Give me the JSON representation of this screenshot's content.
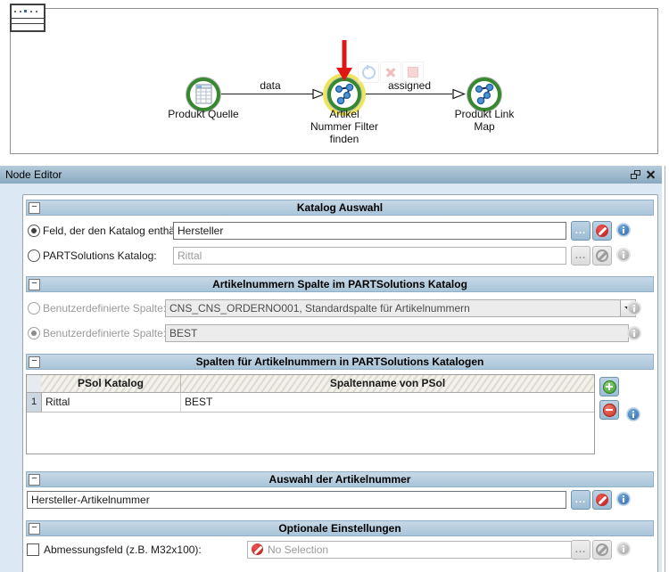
{
  "ui": {
    "browse_label": "...",
    "collapse_glyph": "−"
  },
  "workflow": {
    "nodes": [
      {
        "name": "Produkt Quelle",
        "lines": [
          "Produkt Quelle"
        ]
      },
      {
        "name": "Artikel Nummer Filter finden",
        "lines": [
          "Artikel",
          "Nummer Filter",
          "finden"
        ],
        "selected": true
      },
      {
        "name": "Produkt Link Map",
        "lines": [
          "Produkt Link",
          "Map"
        ]
      }
    ],
    "edges": [
      {
        "label": "data"
      },
      {
        "label": "assigned"
      }
    ],
    "toolbar_icons": [
      "run-icon",
      "cancel-icon",
      "stop-icon"
    ]
  },
  "node_editor": {
    "title": "Node Editor"
  },
  "colors": {
    "node_ring_green": "#35882f",
    "selection_halo_yellow": "#ece55e",
    "annotation_arrow_red": "#e01616",
    "group_header_blue": "#aac6da",
    "blocked_red": "#b71c1c",
    "info_blue": "#2b64a5"
  },
  "groups": [
    {
      "title": "Katalog Auswahl",
      "rows": [
        {
          "label": "Feld, der den Katalog enthält:",
          "value": "Hersteller",
          "selected": true,
          "enabled": true
        },
        {
          "label": "PARTSolutions Katalog:",
          "value": "Rittal",
          "selected": false,
          "enabled": false
        }
      ]
    },
    {
      "title": "Artikelnummern Spalte im PARTSolutions Katalog",
      "rows": [
        {
          "label": "Benutzerdefinierte Spalte:",
          "value": "CNS_CNS_ORDERNO001, Standardspalte für Artikelnummern",
          "selected": false,
          "enabled": false
        },
        {
          "label": "Benutzerdefinierte Spalte:",
          "value": "BEST",
          "selected": true,
          "enabled": false
        }
      ]
    },
    {
      "title": "Spalten für Artikelnummern in PARTSolutions Katalogen",
      "table": {
        "columns": [
          "PSol Katalog",
          "Spaltenname von PSol"
        ],
        "rows": [
          {
            "num": "1",
            "psol_katalog": "Rittal",
            "spaltenname": "BEST"
          }
        ]
      }
    },
    {
      "title": "Auswahl der Artikelnummer",
      "value": "Hersteller-Artikelnummer"
    },
    {
      "title": "Optionale Einstellungen",
      "checkbox_label": "Abmessungsfeld (z.B. M32x100):",
      "checked": false,
      "value": "No Selection"
    }
  ]
}
